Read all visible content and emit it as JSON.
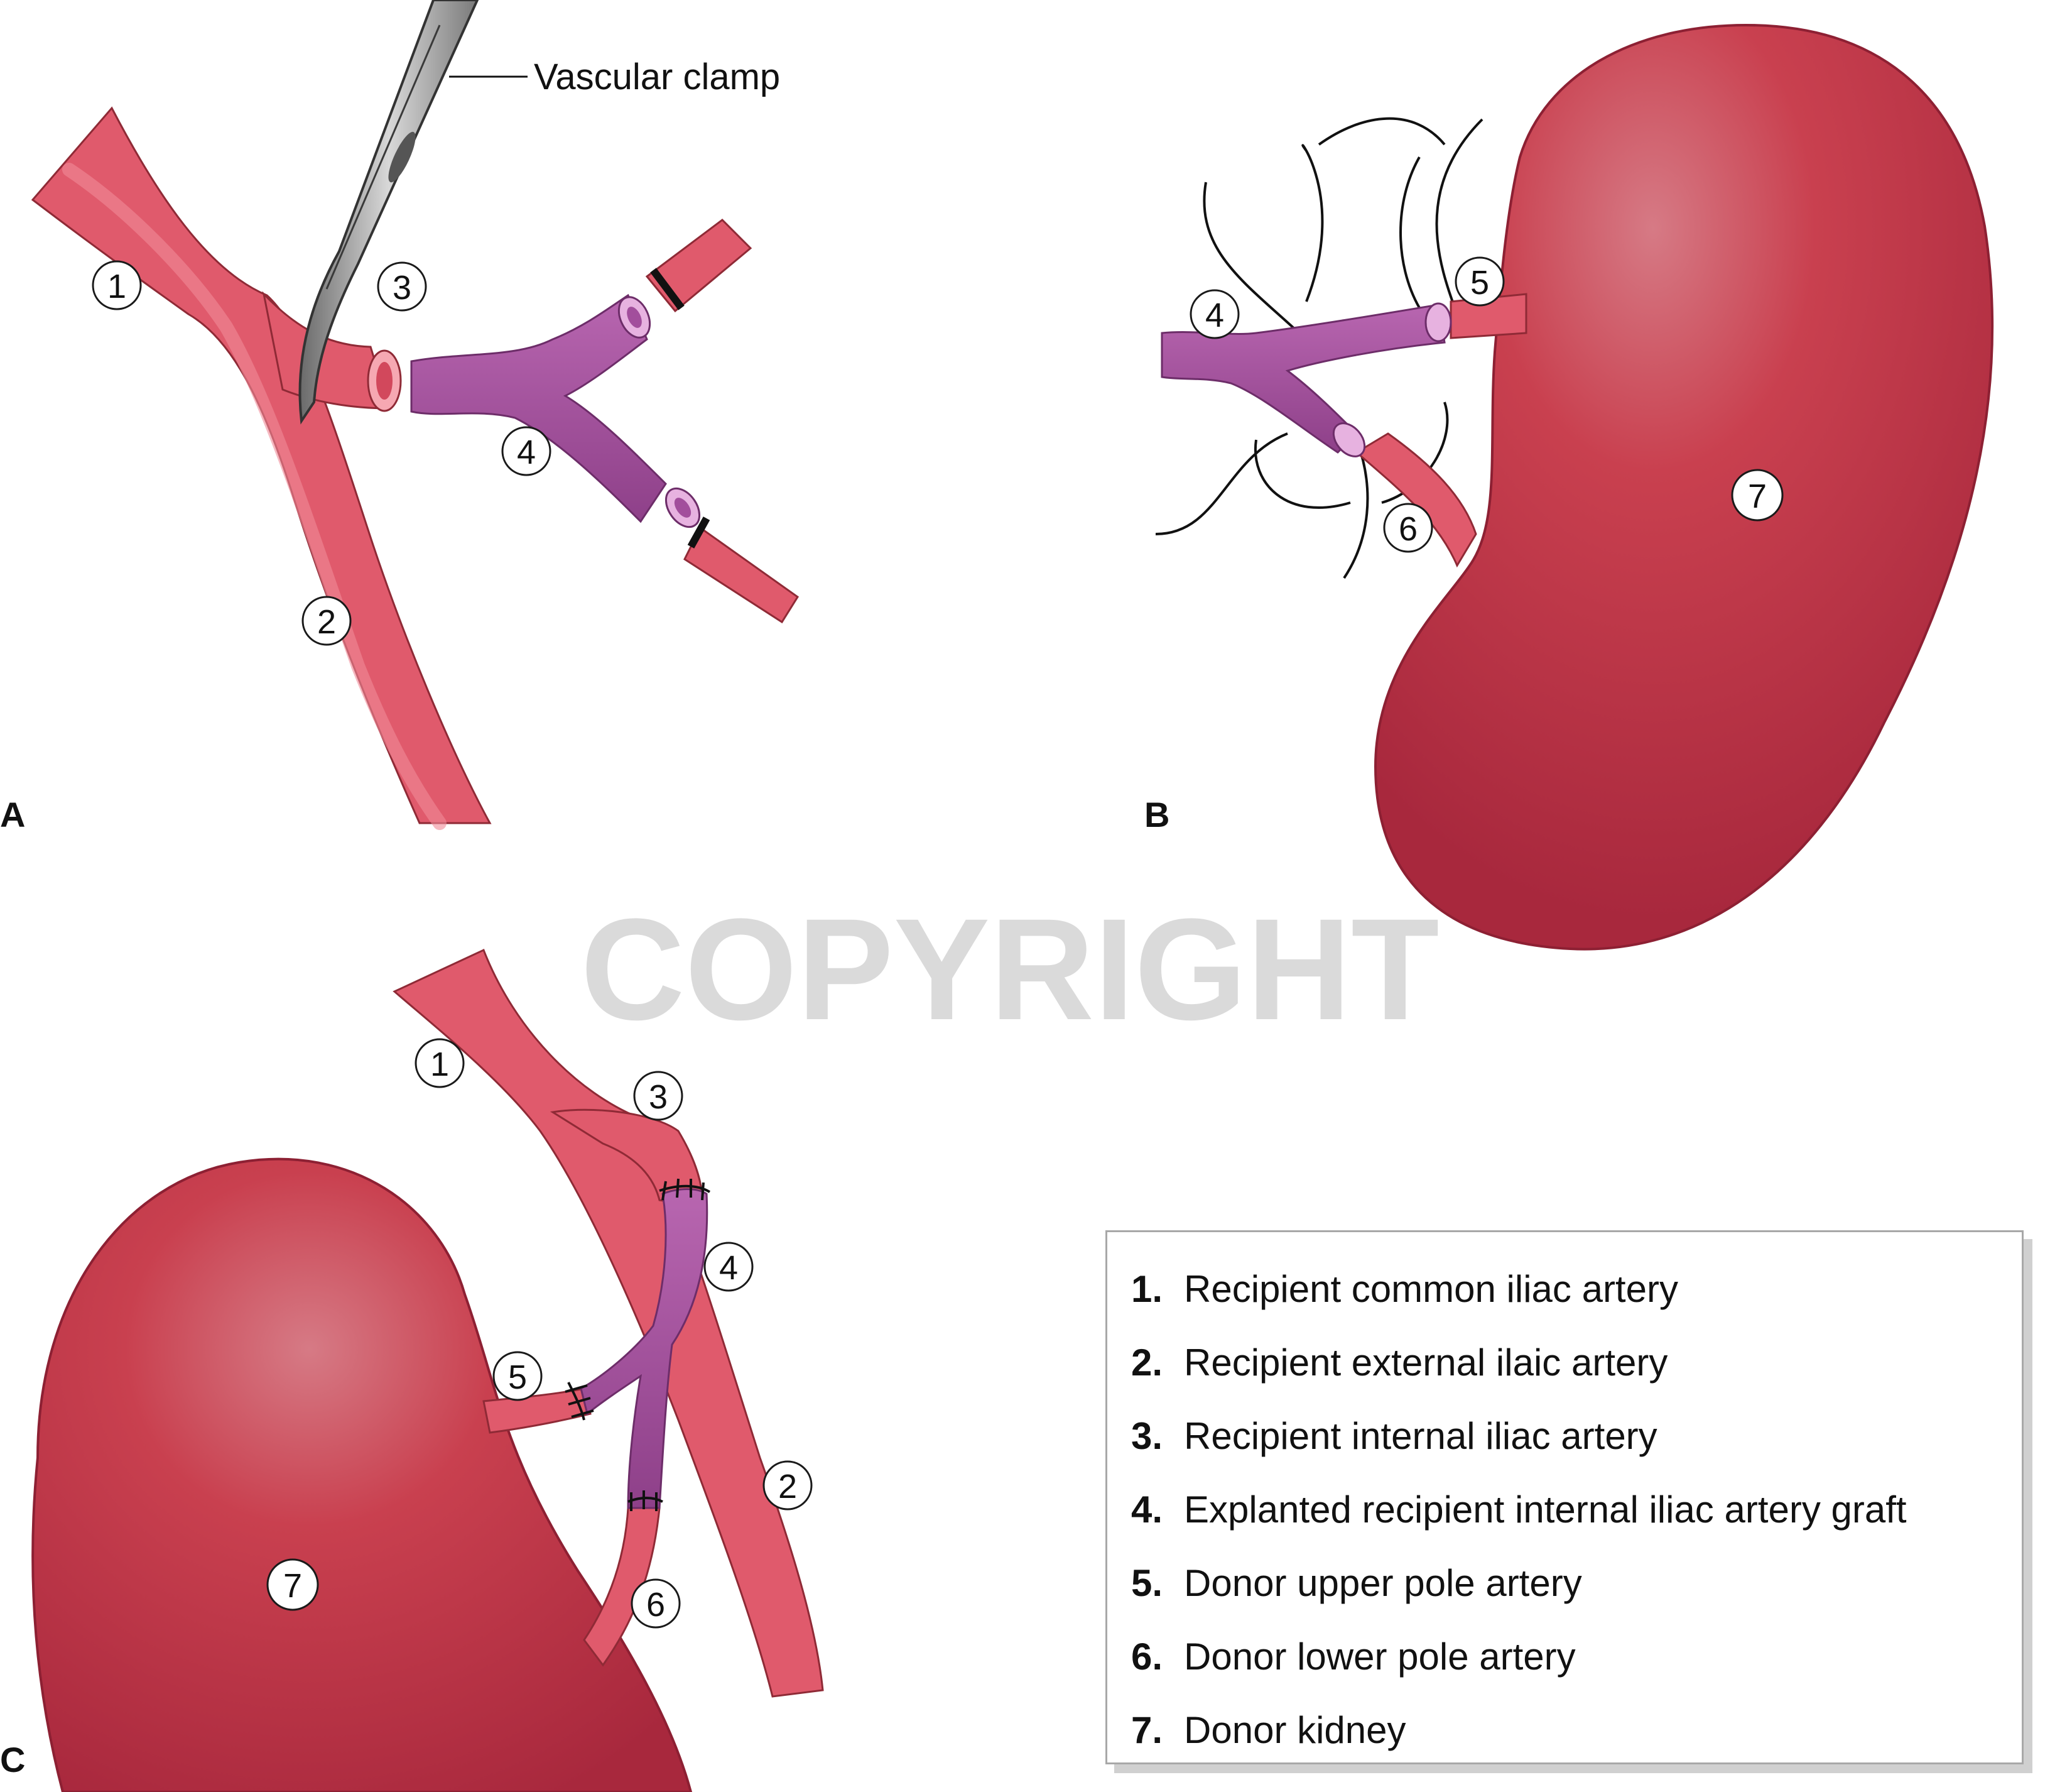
{
  "labels": {
    "clamp": "Vascular clamp",
    "watermark": "COPYRIGHT"
  },
  "panels": {
    "a": "A",
    "b": "B",
    "c": "C"
  },
  "numbers": {
    "n1": "1",
    "n2": "2",
    "n3": "3",
    "n4": "4",
    "n5": "5",
    "n6": "6",
    "n7": "7"
  },
  "legend": {
    "items": [
      {
        "num": "1.",
        "text": "Recipient common iliac artery"
      },
      {
        "num": "2.",
        "text": "Recipient external ilaic artery"
      },
      {
        "num": "3.",
        "text": "Recipient internal iliac artery"
      },
      {
        "num": "4.",
        "text": "Explanted recipient internal iliac artery graft"
      },
      {
        "num": "5.",
        "text": "Donor upper pole artery"
      },
      {
        "num": "6.",
        "text": "Donor lower pole artery"
      },
      {
        "num": "7.",
        "text": "Donor kidney"
      }
    ]
  },
  "colors": {
    "artery": "#e05a6c",
    "graft": "#a2509c",
    "kidney": "#c2354d"
  }
}
